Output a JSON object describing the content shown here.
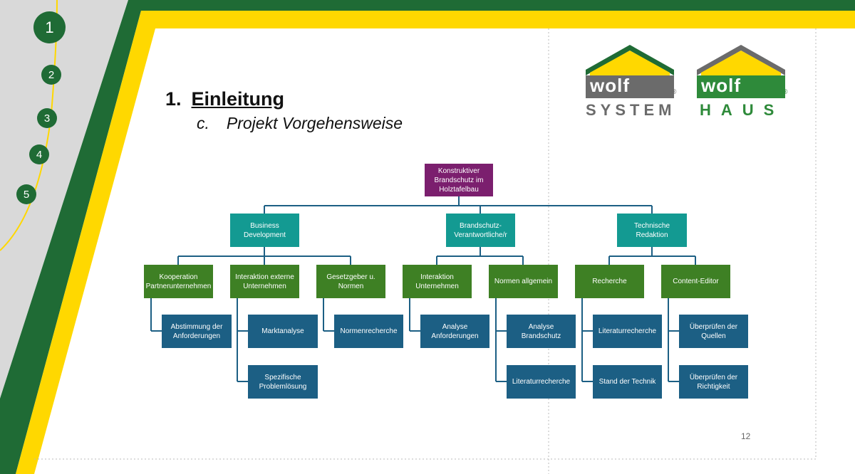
{
  "nav": {
    "items": [
      "1",
      "2",
      "3",
      "4",
      "5"
    ]
  },
  "title": {
    "number": "1.",
    "text": "Einleitung"
  },
  "subtitle": {
    "letter": "c.",
    "text": "Projekt Vorgehensweise"
  },
  "logos": {
    "left": {
      "word": "wolf",
      "sub": "SYSTEM",
      "reg": "®"
    },
    "right": {
      "word": "wolf",
      "sub": "HAUS",
      "reg": "®"
    }
  },
  "org": {
    "root": "Konstruktiver\nBrandschutz im\nHolztafelbau",
    "groups": [
      {
        "label": "Business\nDevelopment",
        "children": [
          {
            "label": "Kooperation\nPartnerunternehmen",
            "items": [
              "Abstimmung der\nAnforderungen"
            ]
          },
          {
            "label": "Interaktion externe\nUnternehmen",
            "items": [
              "Marktanalyse",
              "Spezifische\nProblemlösung"
            ]
          },
          {
            "label": "Gesetzgeber u.\nNormen",
            "items": [
              "Normenrecherche"
            ]
          }
        ]
      },
      {
        "label": "Brandschutz-\nVerantwortliche/r",
        "children": [
          {
            "label": "Interaktion\nUnternehmen",
            "items": [
              "Analyse\nAnforderungen"
            ]
          },
          {
            "label": "Normen allgemein",
            "items": [
              "Analyse\nBrandschutz",
              "Literaturrecherche"
            ]
          }
        ]
      },
      {
        "label": "Technische\nRedaktion",
        "children": [
          {
            "label": "Recherche",
            "items": [
              "Literaturrecherche",
              "Stand der Technik"
            ]
          },
          {
            "label": "Content-Editor",
            "items": [
              "Überprüfen der\nQuellen",
              "Überprüfen der\nRichtigkeit"
            ]
          }
        ]
      }
    ]
  },
  "page_number": "12",
  "colors": {
    "dark_green": "#1f6b35",
    "yellow": "#ffd800",
    "gray": "#d9d9d9",
    "root": "#7b1f6e",
    "level1": "#139a92",
    "level2": "#3e8024",
    "level3": "#1c5f84",
    "connector": "#1c5f84"
  }
}
